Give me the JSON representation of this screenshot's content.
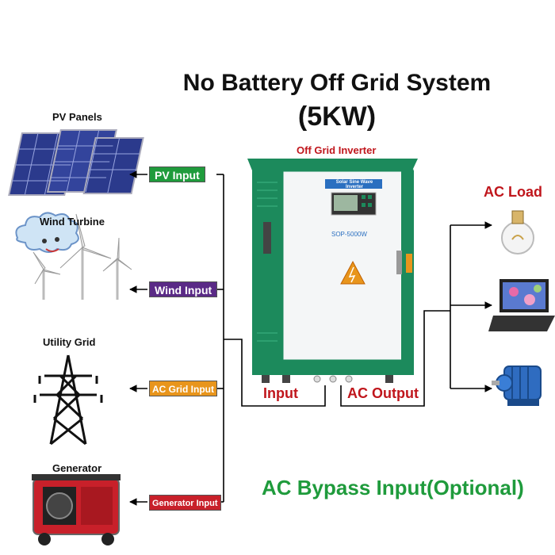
{
  "title": {
    "line1": "No Battery Off Grid System",
    "line2": "(5KW)"
  },
  "inverter": {
    "label": "Off Grid Inverter",
    "panel_title": "Solar Sine Wave Inverter",
    "model": "SOP-5000W"
  },
  "sources": [
    {
      "name": "PV Panels",
      "input": "PV Input",
      "color": "#1f9b3c"
    },
    {
      "name": "Wind Turbine",
      "input": "Wind Input",
      "color": "#5a2a86"
    },
    {
      "name": "Utility Grid",
      "input": "AC Grid Input",
      "color": "#e8951c"
    },
    {
      "name": "Generator",
      "input": "Generator Input",
      "color": "#c8202a"
    }
  ],
  "connections": {
    "input_label": "Input",
    "output_label": "AC Output"
  },
  "loads": {
    "label": "AC Load"
  },
  "bypass_label": "AC Bypass Input(Optional)",
  "colors": {
    "inverter_green": "#1c8a5c",
    "label_red": "#c0161c",
    "bypass_green": "#1f9b3c"
  }
}
